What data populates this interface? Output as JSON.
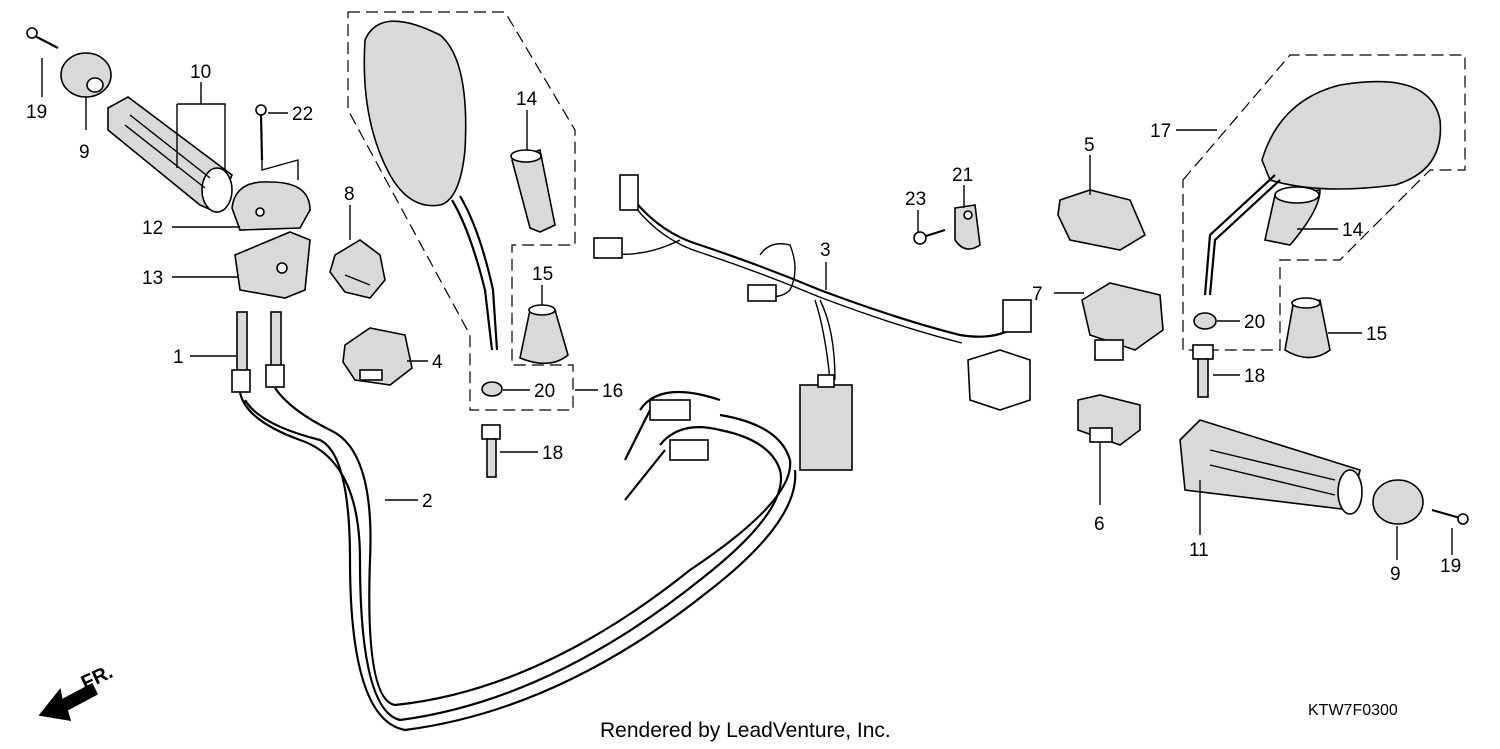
{
  "diagram": {
    "footer": "Rendered by LeadVenture, Inc.",
    "code": "KTW7F0300",
    "direction": "FR.",
    "callouts": {
      "c1": "1",
      "c2": "2",
      "c3": "3",
      "c4": "4",
      "c5": "5",
      "c6": "6",
      "c7": "7",
      "c8": "8",
      "c9a": "9",
      "c9b": "9",
      "c10": "10",
      "c11": "11",
      "c12": "12",
      "c13": "13",
      "c14a": "14",
      "c14b": "14",
      "c15a": "15",
      "c15b": "15",
      "c16": "16",
      "c17": "17",
      "c18a": "18",
      "c18b": "18",
      "c19a": "19",
      "c19b": "19",
      "c20a": "20",
      "c20b": "20",
      "c21": "21",
      "c22": "22",
      "c23": "23"
    }
  }
}
